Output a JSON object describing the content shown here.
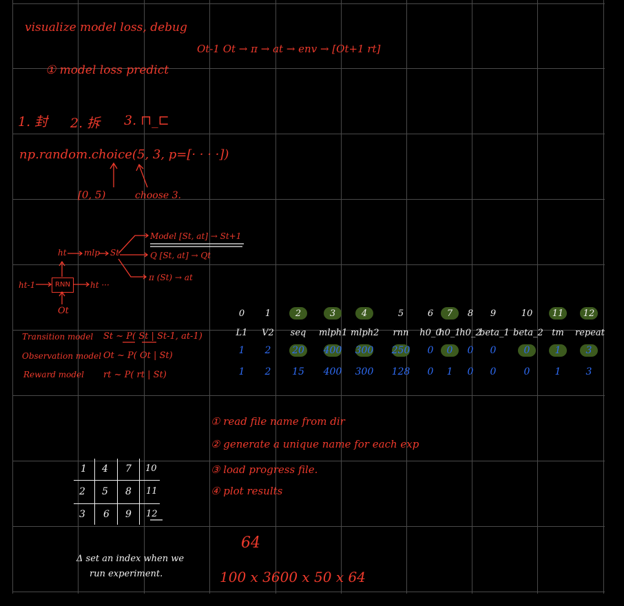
{
  "notes": {
    "title_left": "visualize model loss, debug",
    "item_model_loss": "① model loss predict",
    "flow_top": "Ot-1 Ot → π → at → env → [Ot+1 rt]",
    "steps": [
      "1. 封",
      "2. 拆",
      "3. ⊓_⊏"
    ],
    "np_choice": "np.random.choice(5, 3, p=[· · · ·])",
    "range_label": "[0, 5)",
    "choose_label": "choose 3."
  },
  "rnn_diagram": {
    "model_line": "Model [St, at] → St+1",
    "q_line": "Q [St, at] → Qt",
    "pi_line": "π (St) → at",
    "ht_label": "ht",
    "mlp_label": "mlp",
    "st_label": "St",
    "ht1_label": "ht-1",
    "rnn_label": "RNN",
    "ht_next": "ht ···",
    "ot_label": "Ot"
  },
  "models": [
    {
      "name": "Transition model",
      "formula": "St ~ P( St | St-1, at-1)"
    },
    {
      "name": "Observation model",
      "formula": "Ot ~ P( Ot | St)"
    },
    {
      "name": "Reward model",
      "formula": "rt ~ P( rt | St)"
    }
  ],
  "param_table": {
    "indices": [
      "0",
      "1",
      "2",
      "3",
      "4",
      "5",
      "6",
      "7",
      "8",
      "9",
      "10",
      "11",
      "12"
    ],
    "headers": [
      "L1",
      "V2",
      "seq",
      "mlph1",
      "mlph2",
      "rnn",
      "h0_0",
      "h0_1",
      "h0_2",
      "beta_1",
      "beta_2",
      "tm",
      "repeat"
    ],
    "row1": [
      "1",
      "2",
      "20",
      "400",
      "300",
      "250",
      "0",
      "0",
      "0",
      "0",
      "0",
      "1",
      "3"
    ],
    "row2": [
      "1",
      "2",
      "15",
      "400",
      "300",
      "128",
      "0",
      "1",
      "0",
      "0",
      "0",
      "1",
      "3"
    ],
    "highlight_color": "#3c5a1e"
  },
  "todo": [
    "① read file name from dir",
    "② generate a unique name for each exp",
    "③ load progress file.",
    "④ plot results"
  ],
  "grid_numbers": [
    "1",
    "4",
    "7",
    "10",
    "2",
    "5",
    "8",
    "11",
    "3",
    "6",
    "9",
    "12"
  ],
  "index_note": {
    "line1": "Δ set an index when we",
    "line2": "run experiment."
  },
  "calc": {
    "n64": "64",
    "expr": "100 x 3600 x 50 x 64"
  }
}
